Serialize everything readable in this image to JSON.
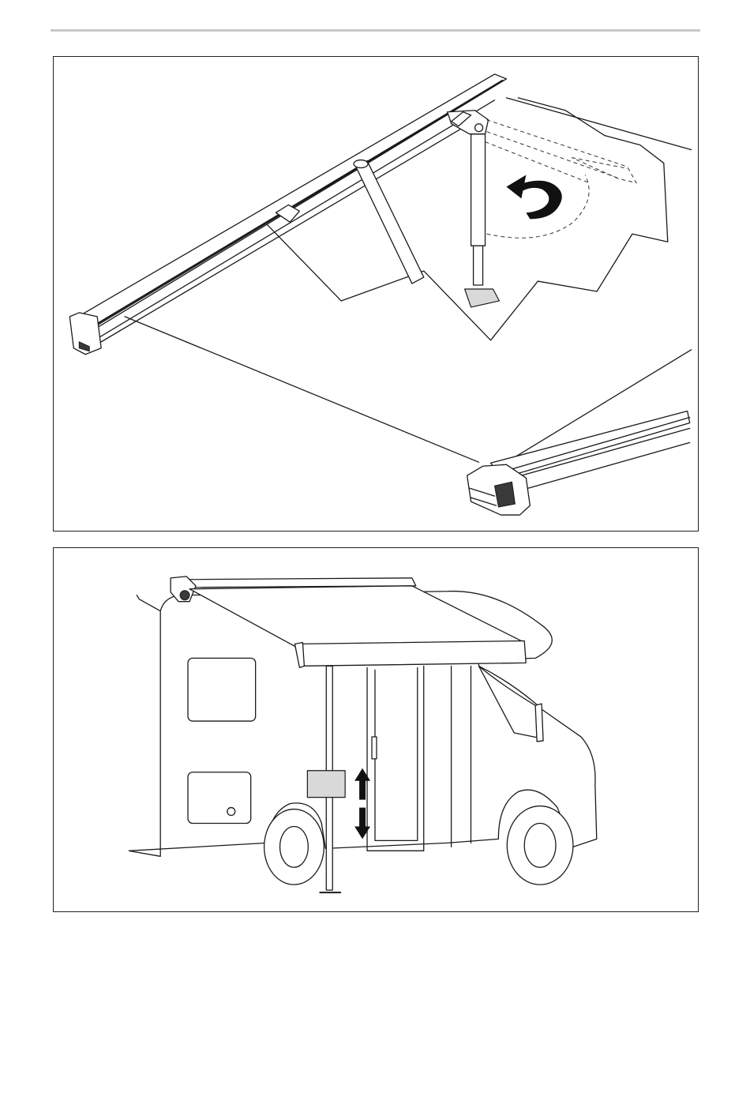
{
  "page": {
    "header_rule_color": "#c8c8c8",
    "frame_color": "#222222"
  },
  "figures": [
    {
      "id": "figure-top",
      "subject": "awning-arm-detail",
      "icons": [
        "rotate-arrow-icon"
      ]
    },
    {
      "id": "figure-bottom",
      "subject": "motorhome-with-awning",
      "icons": [
        "up-arrow-icon",
        "down-arrow-icon"
      ]
    }
  ]
}
